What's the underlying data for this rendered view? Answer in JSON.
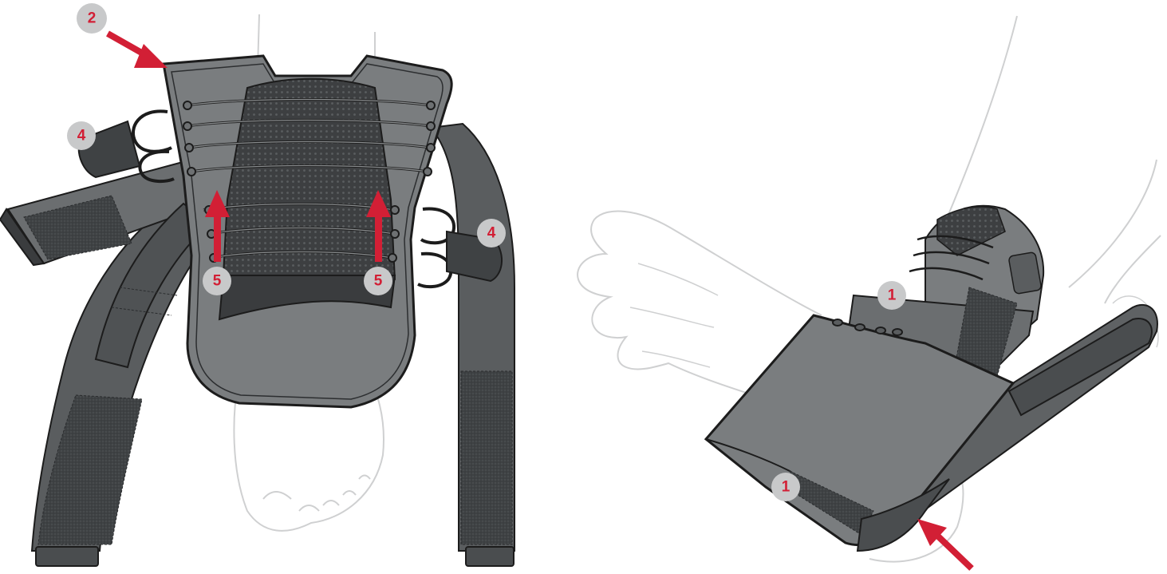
{
  "callouts": {
    "left_top": "2",
    "left_strap_left": "4",
    "left_strap_right": "4",
    "left_arrow_left": "5",
    "left_arrow_right": "5",
    "right_upper": "1",
    "right_lower": "1"
  },
  "colors": {
    "brace_dark": "#4a4d4f",
    "brace_mid": "#6e7173",
    "brace_light": "#8a8d8f",
    "mesh": "#3d3f41",
    "outline": "#1c1c1c",
    "arrow_red": "#d21f35",
    "badge_grey": "#c8c9ca",
    "skin_outline": "#cfd0d1"
  }
}
